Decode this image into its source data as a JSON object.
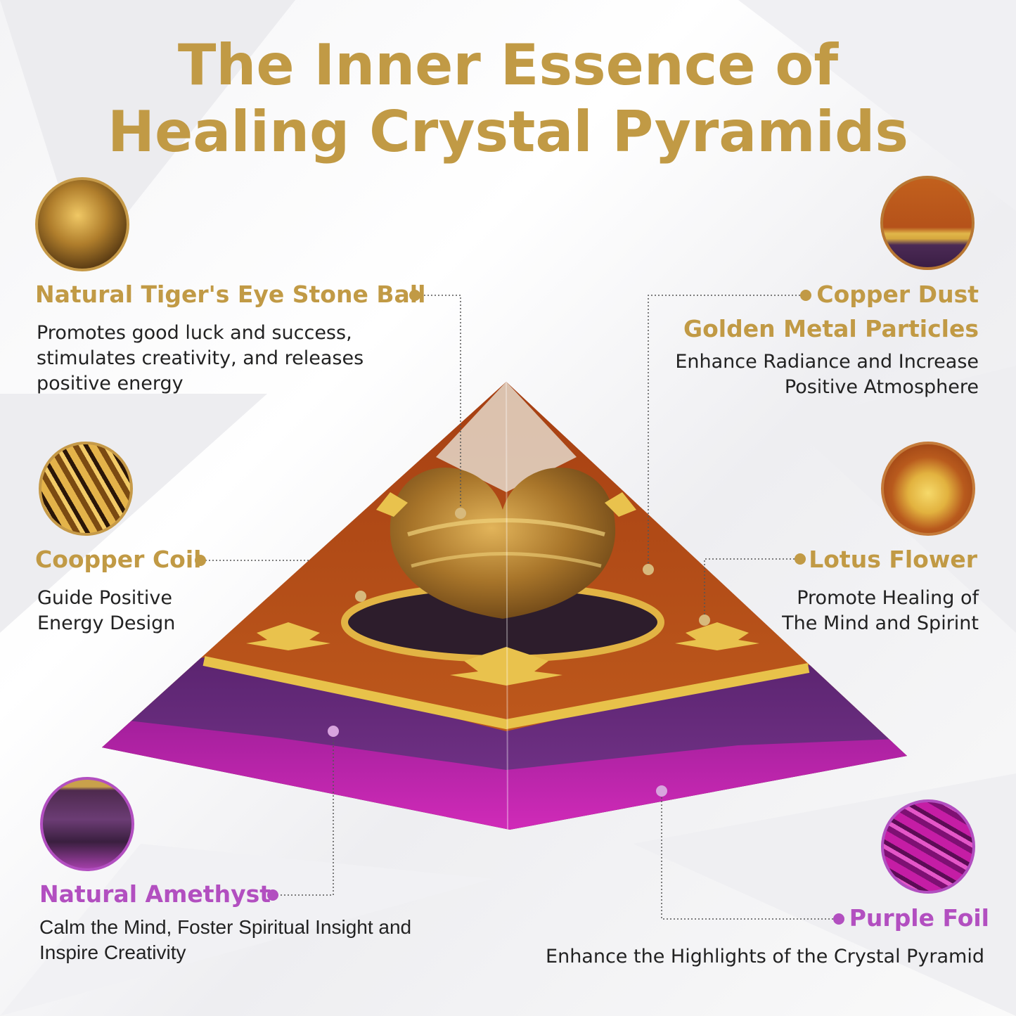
{
  "title": {
    "line1": "The Inner Essence of",
    "line2": "Healing Crystal Pyramids"
  },
  "features": {
    "tiger_eye": {
      "heading": "Natural Tiger's Eye Stone Ball",
      "desc1": "Promotes good luck and success,",
      "desc2": "stimulates creativity, and releases",
      "desc3": "positive energy"
    },
    "copper_dust": {
      "heading1": "Copper Dust",
      "heading2": "Golden Metal Particles",
      "desc1": "Enhance Radiance and Increase",
      "desc2": "Positive Atmosphere"
    },
    "copper_coil": {
      "heading": "Coopper Coil",
      "desc1": "Guide Positive",
      "desc2": "Energy Design"
    },
    "lotus": {
      "heading": "Lotus Flower",
      "desc1": "Promote Healing of",
      "desc2": "The Mind and Spirint"
    },
    "amethyst": {
      "heading": "Natural Amethyst",
      "desc1": "Calm the Mind, Foster Spiritual Insight and",
      "desc2": "Inspire Creativity"
    },
    "purple_foil": {
      "heading": "Purple Foil",
      "desc1": "Enhance the Highlights of the Crystal Pyramid"
    }
  },
  "colors": {
    "gold": "#c19a45",
    "purple": "#b24fc0",
    "copper": "#b4541c",
    "amethyst": "#6a2d7c",
    "foil": "#c71fb0"
  }
}
